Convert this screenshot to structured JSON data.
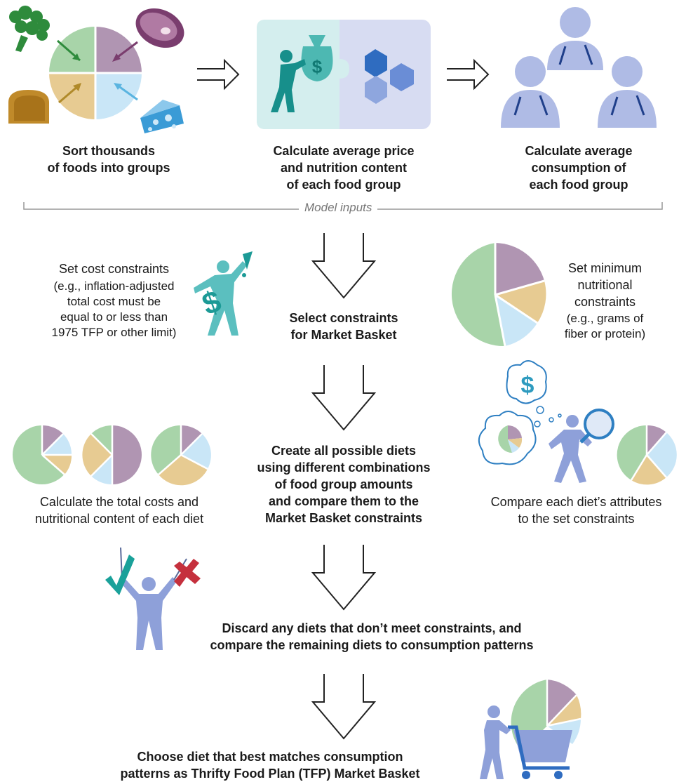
{
  "model_inputs": {
    "label": "Model inputs",
    "sort": "Sort thousands\nof foods into groups",
    "price": "Calculate average price\nand nutrition content\nof each food group",
    "consumption": "Calculate average\nconsumption of\neach food group"
  },
  "constraints": {
    "cost_title": "Set cost constraints",
    "cost_example": "(e.g., inflation-adjusted\ntotal cost must be\nequal to or less than\n1975 TFP or other limit)",
    "select": "Select constraints\nfor Market Basket",
    "nutrition_title": "Set minimum\nnutritional\nconstraints",
    "nutrition_example": "(e.g., grams of\nfiber or protein)"
  },
  "diets": {
    "calc": "Calculate the total costs and\nnutritional content of each diet",
    "create": "Create all possible diets\nusing different combinations\nof food group amounts\nand compare them to the\nMarket Basket constraints",
    "compare": "Compare each diet’s attributes\nto the set constraints",
    "dollar_symbol": "$"
  },
  "discard": "Discard any diets that don’t meet constraints, and\ncompare the remaining diets to consumption patterns",
  "choose": "Choose diet that best matches consumption\npatterns as Thrifty Food Plan (TFP) Market Basket",
  "colors": {
    "green": "#a8d4a9",
    "purple": "#b095b2",
    "tan": "#e7cb92",
    "lightblue": "#c9e6f7",
    "teal": "#1c9a96",
    "periwinkle": "#8ea0d9",
    "hexblue": "#2f6cc0",
    "red": "#c5303d"
  },
  "icons": [
    "broccoli-icon",
    "steak-icon",
    "bread-icon",
    "cheese-icon",
    "money-bag-icon",
    "hexagon-icon",
    "diner-icon",
    "cost-person-icon",
    "thought-bubble-icon",
    "magnifier-person-icon",
    "checkmark-flag-icon",
    "x-flag-icon",
    "shopping-cart-icon"
  ]
}
